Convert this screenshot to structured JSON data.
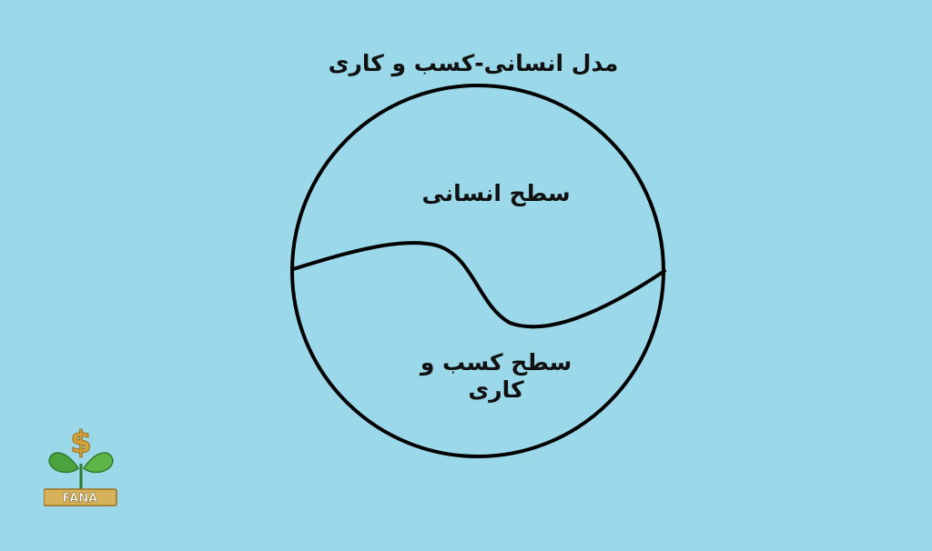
{
  "colors": {
    "background": "#9ad8ea",
    "stroke": "#000000",
    "logo_gold": "#d4a23a",
    "logo_green": "#4aa33c"
  },
  "diagram": {
    "title": "مدل انسانی-کسب و کاری",
    "upper_region_label": "سطح انسانی",
    "lower_region_label": "سطح کسب و کاری"
  },
  "logo": {
    "symbol": "$",
    "wordmark": "FANA",
    "icon": "dollar-sprout-logo-icon"
  }
}
